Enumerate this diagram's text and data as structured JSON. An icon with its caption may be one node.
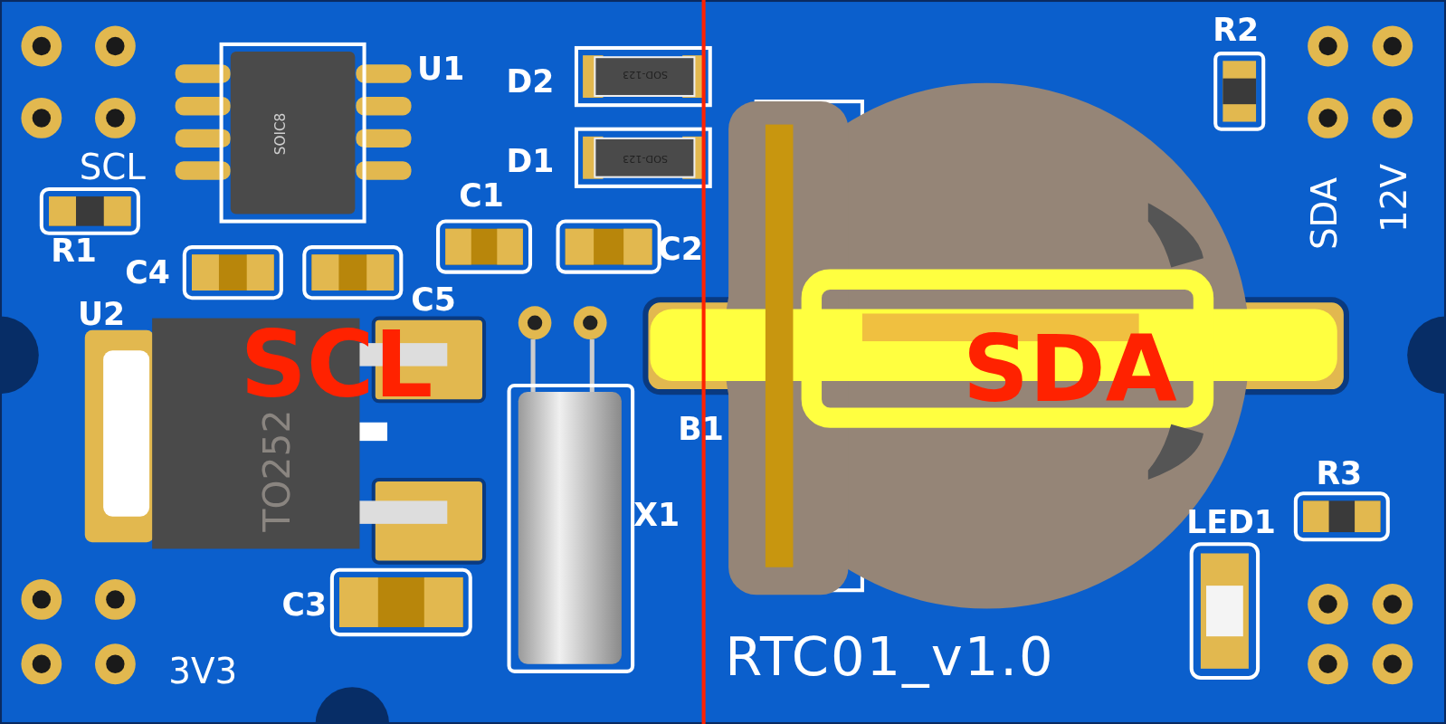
{
  "diagram": {
    "nodes": [
      {
        "text": [],
        "shape": "circle"
      },
      {
        "text": [],
        "shape": "circle"
      },
      {
        "text": [],
        "shape": "circle"
      }
    ],
    "labels": [
      "U1",
      "SOIC8",
      "D2",
      "SOD-123",
      "R2",
      "SCL",
      "D1",
      "SOD-123",
      "C1",
      "SDA",
      "12V",
      "R1",
      "C4",
      "C2",
      "C5",
      "U2",
      "SCL",
      "TO252",
      "SDA",
      "B1",
      "R3",
      "LED1",
      "X1",
      "C3",
      "RTC01_v1.0",
      "3V3"
    ]
  }
}
